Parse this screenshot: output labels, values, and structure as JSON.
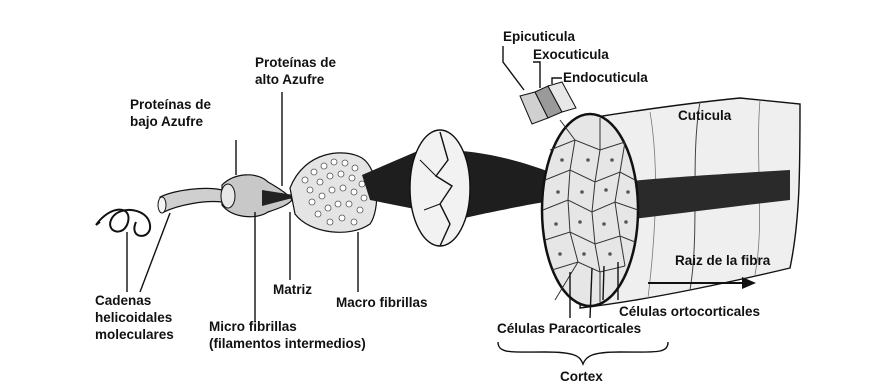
{
  "labels": {
    "helical_chains": [
      "Cadenas",
      "helicoidales",
      "moleculares"
    ],
    "microfibrils": [
      "Micro fibrillas",
      "(filamentos intermedios)"
    ],
    "low_sulfur_proteins": [
      "Proteínas de",
      "bajo Azufre"
    ],
    "high_sulfur_proteins": [
      "Proteínas de",
      "alto Azufre"
    ],
    "matrix": "Matriz",
    "macrofibrils": "Macro fibrillas",
    "epicuticle": "Epicuticula",
    "exocuticle": "Exocuticula",
    "endocuticle": "Endocuticula",
    "cuticle": "Cuticula",
    "fiber_root": "Raiz de la fibra",
    "orthocortical_cells": "Células ortocorticales",
    "paracortical_cells": "Células Paracorticales",
    "cortex": "Cortex"
  },
  "colors": {
    "ink": "#111111",
    "cell_fill": "#e6e6e6",
    "cuticle_fill": "#efefef",
    "cortex_dark": "#2a2a2a"
  }
}
